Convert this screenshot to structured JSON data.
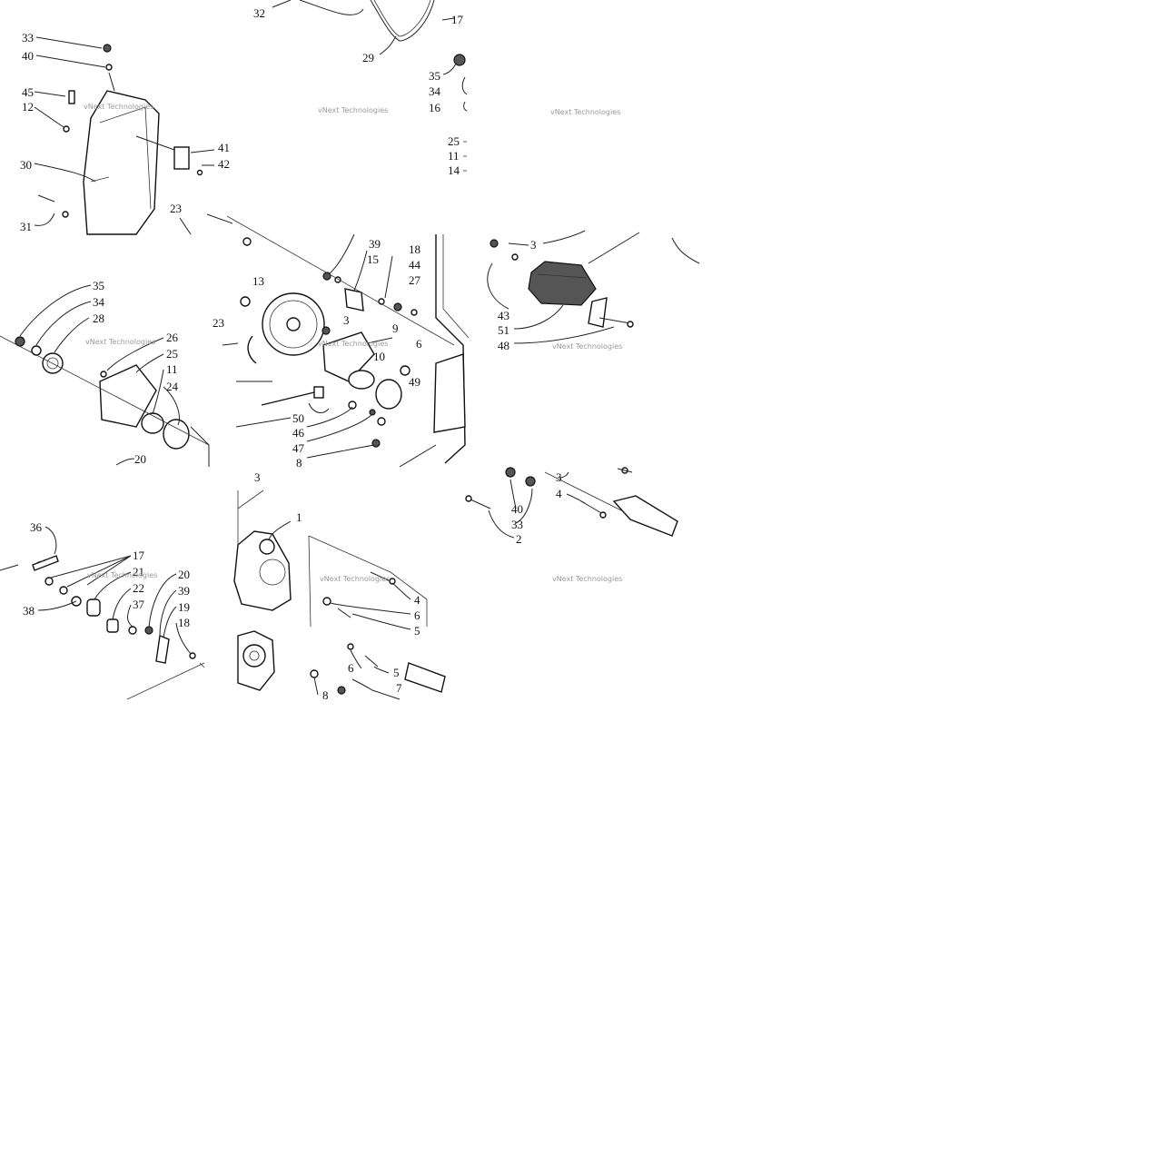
{
  "watermark": "vNext Technologies",
  "tiles": [
    {
      "id": "t1",
      "labels": [
        "32",
        "29",
        "17",
        "35",
        "34",
        "16",
        "25",
        "11",
        "14"
      ]
    },
    {
      "id": "t2",
      "labels": [
        "33",
        "40",
        "45",
        "12",
        "30",
        "31",
        "41",
        "42",
        "23"
      ]
    },
    {
      "id": "t3",
      "labels": [
        "39",
        "18",
        "15",
        "44",
        "27",
        "13",
        "23",
        "3",
        "9",
        "10",
        "6",
        "49",
        "50",
        "46",
        "47",
        "8"
      ]
    },
    {
      "id": "t4",
      "labels": [
        "3",
        "43",
        "51",
        "48"
      ]
    },
    {
      "id": "t5",
      "labels": [
        "35",
        "34",
        "28",
        "26",
        "25",
        "11",
        "24",
        "20"
      ]
    },
    {
      "id": "t6",
      "labels": [
        "3",
        "1",
        "4",
        "6",
        "5",
        "6",
        "5",
        "8",
        "7"
      ]
    },
    {
      "id": "t7",
      "labels": [
        "36",
        "17",
        "21",
        "22",
        "20",
        "38",
        "37",
        "39",
        "19",
        "18"
      ]
    },
    {
      "id": "t8",
      "labels": [
        "3",
        "4",
        "40",
        "33",
        "2"
      ]
    }
  ]
}
